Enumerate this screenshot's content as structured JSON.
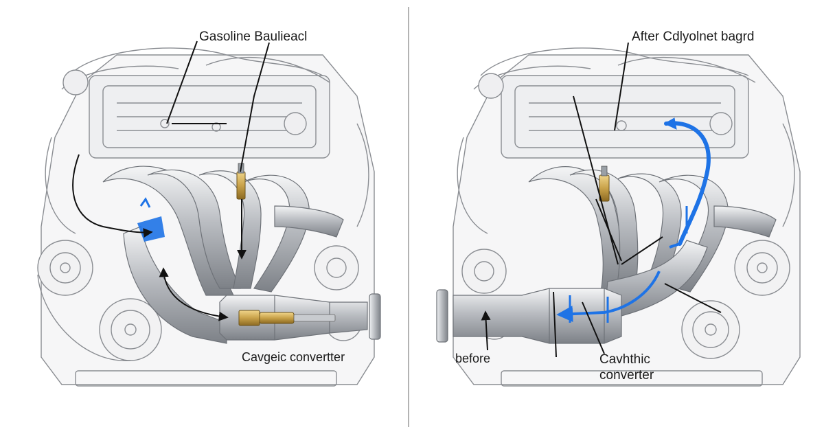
{
  "labels": {
    "left_title": "Gasoline Baulieacl",
    "left_catalytic": "Cavgeic convertter",
    "right_title": "After Cdlyolnet bagrd",
    "right_before": "before",
    "right_catalytic_line1": "Cavhthic",
    "right_catalytic_line2": "converter"
  },
  "colors": {
    "background": "#ffffff",
    "line_art": "#8a8d92",
    "pipe_metal": "#b8bbc0",
    "accent_blue": "#1e73e6",
    "sensor_brass": "#c9a24a",
    "divider": "#9a9a9a"
  },
  "icons": {
    "left_panel": "engine-exhaust-manifold-illustration",
    "right_panel": "engine-exhaust-manifold-illustration",
    "sensor": "oxygen-sensor-icon"
  }
}
